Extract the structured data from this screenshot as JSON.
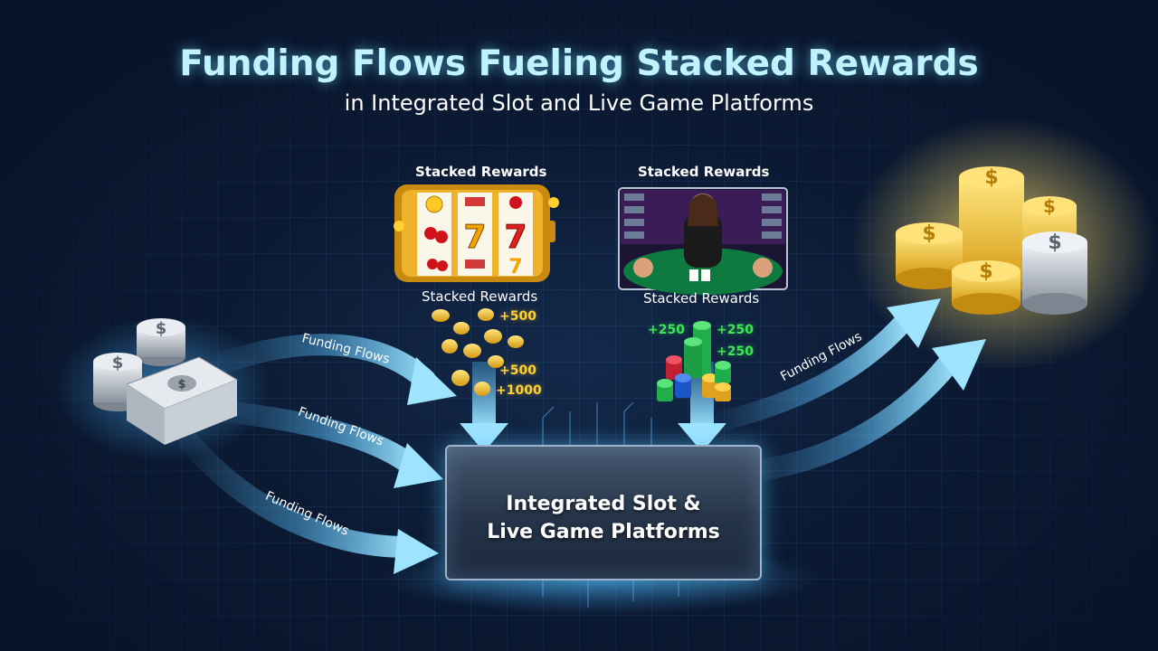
{
  "header": {
    "title": "Funding Flows Fueling Stacked Rewards",
    "subtitle": "in Integrated Slot and Live Game Platforms"
  },
  "slot": {
    "label_top": "Stacked Rewards",
    "label_bottom": "Stacked Rewards",
    "bonuses": [
      "+500",
      "+500",
      "+1000"
    ]
  },
  "live": {
    "label_top": "Stacked Rewards",
    "label_bottom": "Stacked Rewards",
    "bonuses": [
      "+250",
      "+250",
      "+250"
    ]
  },
  "flows": {
    "left": [
      "Funding Flows",
      "Funding Flows",
      "Funding Flows"
    ],
    "right": "Funding Flows"
  },
  "platform": {
    "line1": "Integrated Slot &",
    "line2": "Live Game Platforms"
  },
  "colors": {
    "arrow": "#5cc4ff",
    "gold": "#ffd233",
    "chip_green": "#39e84f",
    "title_glow": "#bff3ff"
  }
}
